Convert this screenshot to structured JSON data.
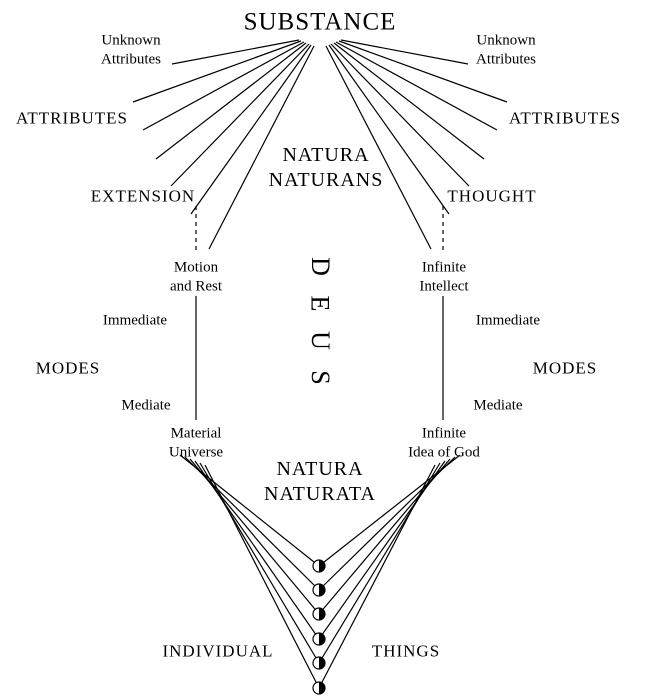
{
  "labels": {
    "substance": "SUBSTANCE",
    "unknown_attributes_left": {
      "line1": "Unknown",
      "line2": "Attributes"
    },
    "unknown_attributes_right": {
      "line1": "Unknown",
      "line2": "Attributes"
    },
    "attributes_left": "ATTRIBUTES",
    "attributes_right": "ATTRIBUTES",
    "natura_naturans": {
      "line1": "NATURA",
      "line2": "NATURANS"
    },
    "extension": "EXTENSION",
    "thought": "THOUGHT",
    "motion_and_rest": {
      "line1": "Motion",
      "line2": "and Rest"
    },
    "infinite_intellect": {
      "line1": "Infinite",
      "line2": "Intellect"
    },
    "deus": {
      "d": "D",
      "e": "E",
      "u": "U",
      "s": "S"
    },
    "immediate_left": "Immediate",
    "immediate_right": "Immediate",
    "modes_left": "MODES",
    "modes_right": "MODES",
    "mediate_left": "Mediate",
    "mediate_right": "Mediate",
    "material_universe": {
      "line1": "Material",
      "line2": "Universe"
    },
    "infinite_idea_of_god": {
      "line1": "Infinite",
      "line2": "Idea of God"
    },
    "natura_naturata": {
      "line1": "NATURA",
      "line2": "NATURATA"
    },
    "individual": "INDIVIDUAL",
    "things": "THINGS"
  },
  "colors": {
    "line": "#000000",
    "text": "#000000",
    "background": "#ffffff"
  }
}
